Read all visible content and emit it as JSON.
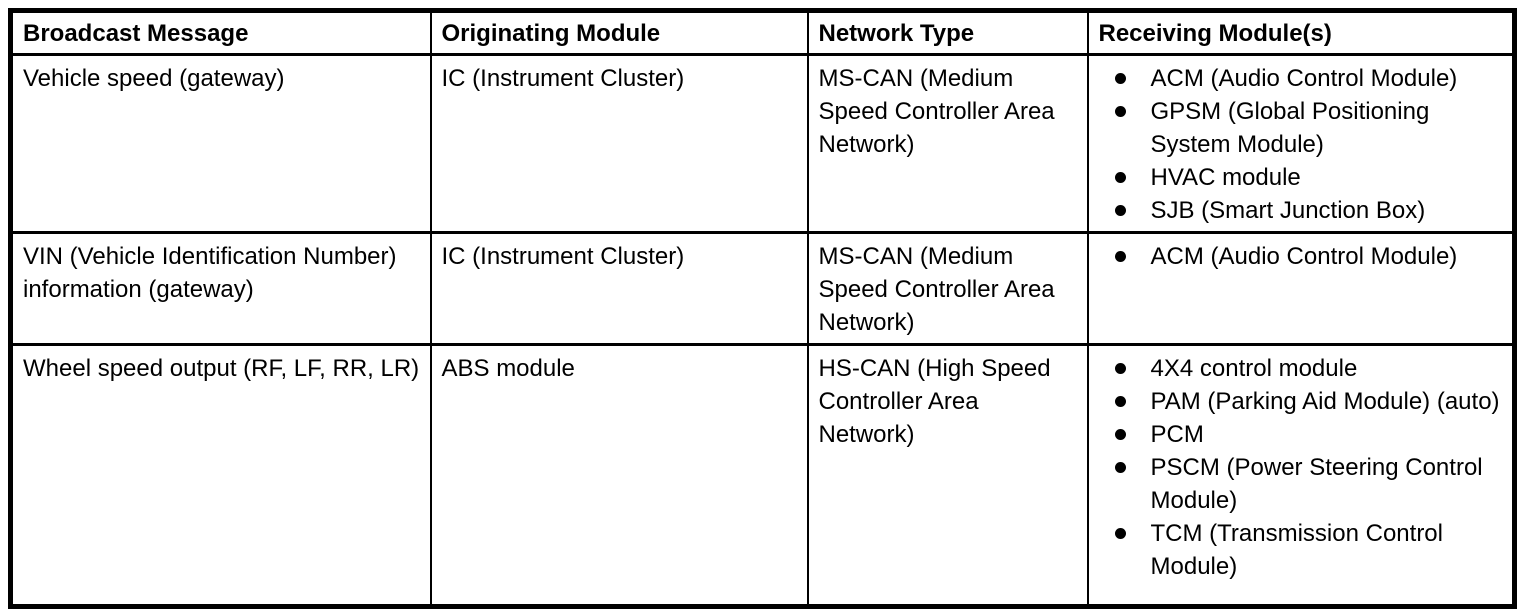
{
  "table": {
    "bullet_icon": "●",
    "headers": [
      "Broadcast Message",
      "Originating Module",
      "Network Type",
      "Receiving Module(s)"
    ],
    "rows": [
      {
        "broadcast_message": "Vehicle speed (gateway)",
        "originating_module": "IC (Instrument Cluster)",
        "network_type": "MS-CAN (Medium Speed Controller Area Network)",
        "receiving_modules": [
          "ACM (Audio Control Module)",
          "GPSM (Global Positioning System Module)",
          "HVAC module",
          "SJB (Smart Junction Box)"
        ]
      },
      {
        "broadcast_message": "VIN (Vehicle Identification Number) information (gateway)",
        "originating_module": "IC (Instrument Cluster)",
        "network_type": "MS-CAN (Medium Speed Controller Area Network)",
        "receiving_modules": [
          "ACM (Audio Control Module)"
        ]
      },
      {
        "broadcast_message": "Wheel speed output (RF, LF, RR, LR)",
        "originating_module": "ABS module",
        "network_type": "HS-CAN (High Speed Controller Area Network)",
        "receiving_modules": [
          "4X4 control module",
          "PAM (Parking Aid Module) (auto)",
          "PCM",
          "PSCM (Power Steering Control Module)",
          "TCM (Transmission Control Module)"
        ]
      }
    ]
  },
  "colors": {
    "border": "#000000",
    "text": "#000000",
    "background": "#ffffff"
  }
}
